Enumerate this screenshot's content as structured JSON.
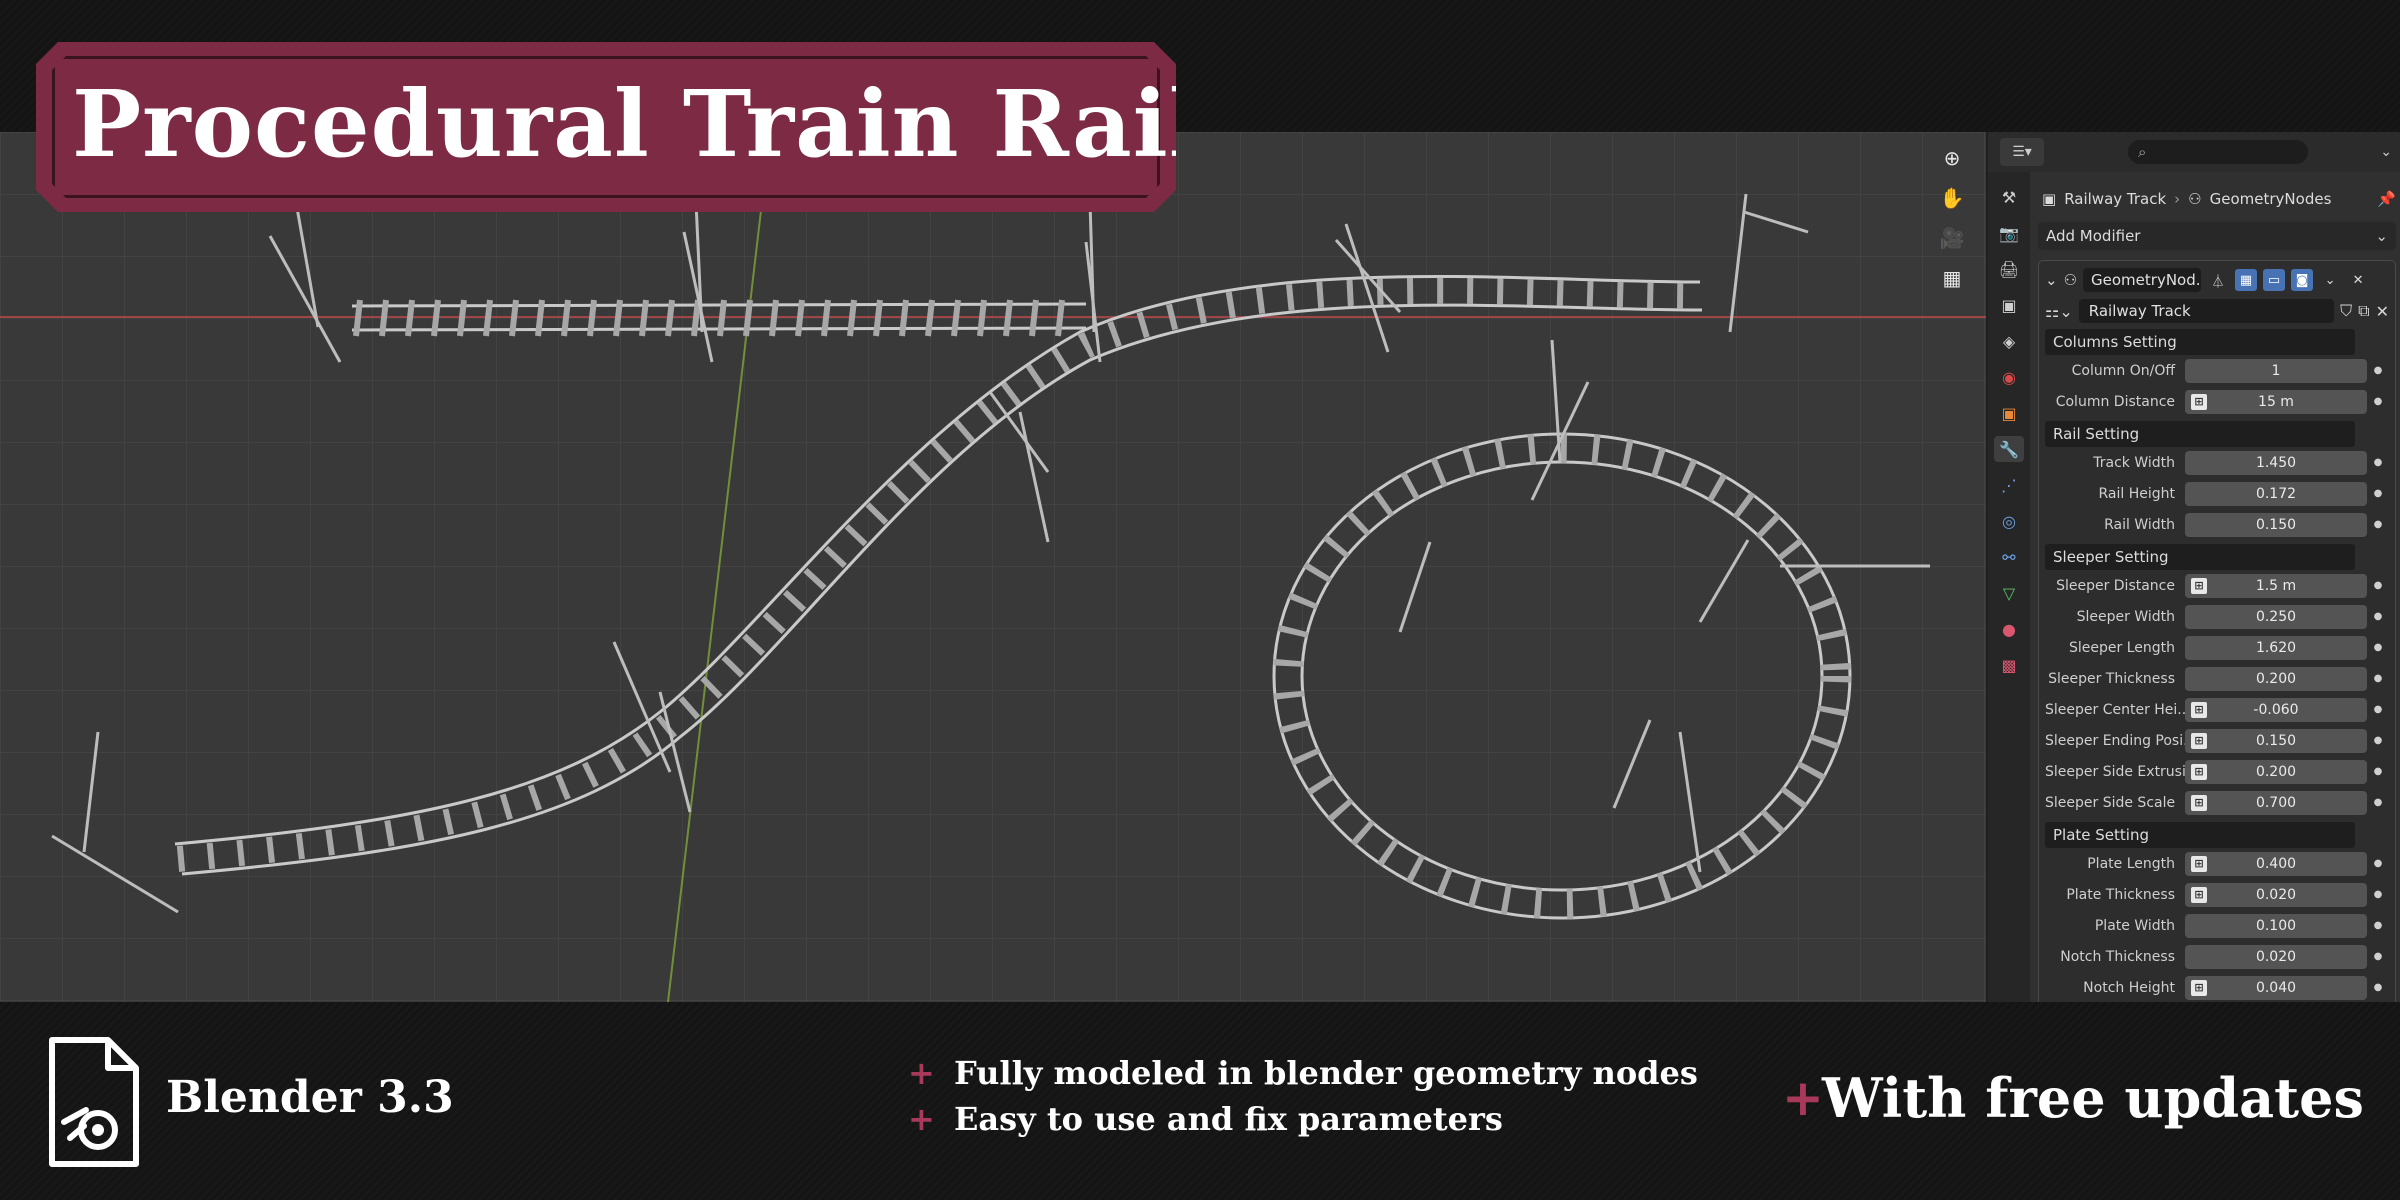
{
  "title": "Procedural Train Railway",
  "colors": {
    "banner": "#7d2b44",
    "accent_plus": "#a9395a",
    "viewport_bg": "#393939",
    "panel_bg": "#303030",
    "field_bg": "#545454",
    "toggle_blue": "#4772b3"
  },
  "properties": {
    "search_icon": "search-icon",
    "breadcrumb": {
      "object": "Railway Track",
      "modifier": "GeometryNodes"
    },
    "add_modifier": "Add Modifier",
    "modifier": {
      "name": "GeometryNod...",
      "node_group": "Railway Track"
    },
    "sections": [
      {
        "title": "Columns Setting",
        "params": [
          {
            "label": "Column On/Off",
            "value": "1",
            "icon": false
          },
          {
            "label": "Column Distance",
            "value": "15 m",
            "icon": true
          }
        ]
      },
      {
        "title": "Rail Setting",
        "params": [
          {
            "label": "Track Width",
            "value": "1.450",
            "icon": false
          },
          {
            "label": "Rail Height",
            "value": "0.172",
            "icon": false
          },
          {
            "label": "Rail Width",
            "value": "0.150",
            "icon": false
          }
        ]
      },
      {
        "title": "Sleeper Setting",
        "params": [
          {
            "label": "Sleeper Distance",
            "value": "1.5 m",
            "icon": true
          },
          {
            "label": "Sleeper Width",
            "value": "0.250",
            "icon": false
          },
          {
            "label": "Sleeper Length",
            "value": "1.620",
            "icon": false
          },
          {
            "label": "Sleeper Thickness",
            "value": "0.200",
            "icon": false
          },
          {
            "label": "Sleeper Center Hei...",
            "value": "-0.060",
            "icon": true
          },
          {
            "label": "Sleeper Ending Posi...",
            "value": "0.150",
            "icon": true
          },
          {
            "label": "Sleeper Side Extrusi",
            "value": "0.200",
            "icon": true
          },
          {
            "label": "Sleeper Side Scale",
            "value": "0.700",
            "icon": true
          }
        ]
      },
      {
        "title": "Plate Setting",
        "params": [
          {
            "label": "Plate Length",
            "value": "0.400",
            "icon": true
          },
          {
            "label": "Plate Thickness",
            "value": "0.020",
            "icon": true
          },
          {
            "label": "Plate Width",
            "value": "0.100",
            "icon": false
          },
          {
            "label": "Notch Thickness",
            "value": "0.020",
            "icon": false
          },
          {
            "label": "Notch Height",
            "value": "0.040",
            "icon": true
          }
        ]
      }
    ]
  },
  "footer": {
    "version": "Blender 3.3",
    "features": [
      "Fully modeled in blender geometry nodes",
      "Easy to use and fix parameters"
    ],
    "updates": "With free updates"
  }
}
